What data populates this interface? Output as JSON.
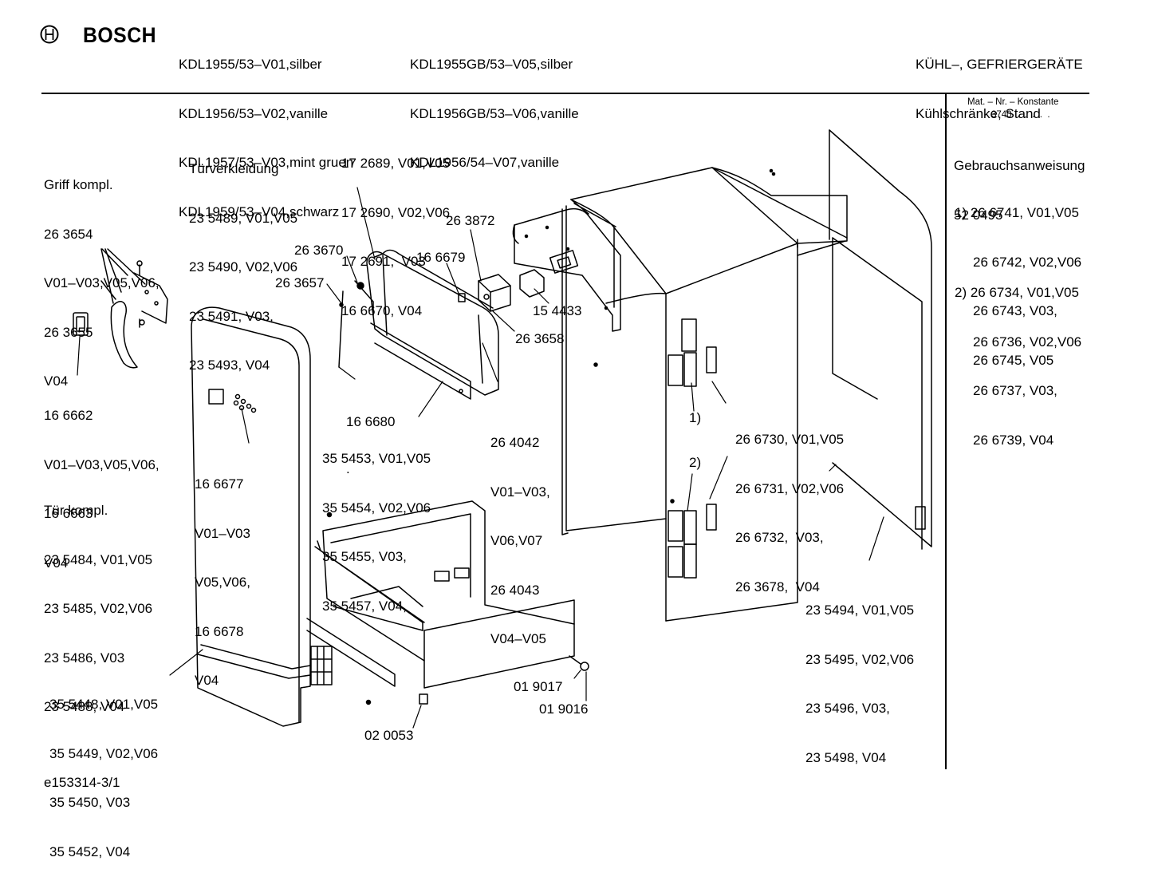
{
  "header": {
    "brand": "BOSCH",
    "models_col1": [
      "KDL1955/53–V01,silber",
      "KDL1956/53–V02,vanille",
      "KDL1957/53–V03,mint gruen",
      "KDL1959/53–V04,schwarz"
    ],
    "models_col2": [
      "KDL1955GB/53–V05,silber",
      "KDL1956GB/53–V06,vanille",
      "KDL1956/54–V07,vanille"
    ],
    "category": [
      "KÜHL–, GEFRIERGERÄTE",
      "Kühlschränke, Stand"
    ]
  },
  "sidebar": {
    "mat_nr_label": "Mat. – Nr. – Konstante",
    "mat_nr_value": "3740  .  .  .  .  .",
    "manual_label": "Gebrauchsanweisung",
    "manual_number": "52 0495",
    "group1": [
      "1) 26 6741, V01,V05",
      "26 6742, V02,V06",
      "26 6743, V03,",
      "26 6745, V05"
    ],
    "group2": [
      "2) 26 6734, V01,V05",
      "26 6736, V02,V06",
      "26 6737, V03,",
      "26 6739, V04"
    ]
  },
  "labels": {
    "griff": [
      "Griff kompl.",
      "26 3654",
      "V01–V03,V05,V06,",
      "26 3655",
      "V04"
    ],
    "tuerverkleidung": [
      "Türverkleidung",
      "23 5489, V01,V05",
      "23 5490, V02,V06",
      "23 5491, V03,",
      "23 5493, V04"
    ],
    "p172689": [
      "17 2689, V01,V05",
      "17 2690, V02,V06",
      "17 2691,  V03",
      "16 6670, V04"
    ],
    "p263872": "26 3872",
    "p263670": "26 3670",
    "p166679": "16 6679",
    "p263657": "26 3657",
    "p154433": "15 4433",
    "p263658": "26 3658",
    "p166662": [
      "16 6662",
      "V01–V03,V05,V06,",
      "16 6663",
      "V04"
    ],
    "p166680": [
      "16 6680",
      "."
    ],
    "p264042": [
      "26 4042",
      "V01–V03,",
      "V06,V07",
      "26 4043",
      "V04–V05"
    ],
    "p355453": [
      "35 5453, V01,V05",
      "35 5454, V02,V06",
      "35 5455, V03,",
      "35 5457, V04,"
    ],
    "p166677": [
      "16 6677",
      "V01–V03",
      "V05,V06,",
      "16 6678",
      "V04"
    ],
    "tuer": [
      "Tür kompl.",
      "23 5484, V01,V05",
      "23 5485, V02,V06",
      "23 5486, V03",
      "23 5488, V04"
    ],
    "hinge_group": [
      "26 6730, V01,V05",
      "26 6731, V02,V06",
      "26 6732,  V03,",
      "26 3678,  V04"
    ],
    "marker1": "1)",
    "marker2": "2)",
    "p235494": [
      "23 5494, V01,V05",
      "23 5495, V02,V06",
      "23 5496, V03,",
      "23 5498, V04"
    ],
    "p355448": [
      "35 5448, V01,V05",
      "35 5449, V02,V06",
      "35 5450, V03",
      "35 5452, V04"
    ],
    "p019017": "01 9017",
    "p019016": "01 9016",
    "p020053": "02 0053"
  },
  "footer": {
    "drawing_id": "e153314-3/1"
  }
}
